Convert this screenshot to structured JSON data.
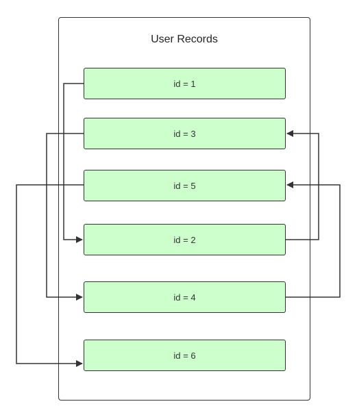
{
  "title": "User Records",
  "records": [
    {
      "label": "id = 1"
    },
    {
      "label": "id = 3"
    },
    {
      "label": "id = 5"
    },
    {
      "label": "id = 2"
    },
    {
      "label": "id = 4"
    },
    {
      "label": "id = 6"
    }
  ],
  "colors": {
    "box_fill": "#ccffcc",
    "stroke": "#333333"
  }
}
